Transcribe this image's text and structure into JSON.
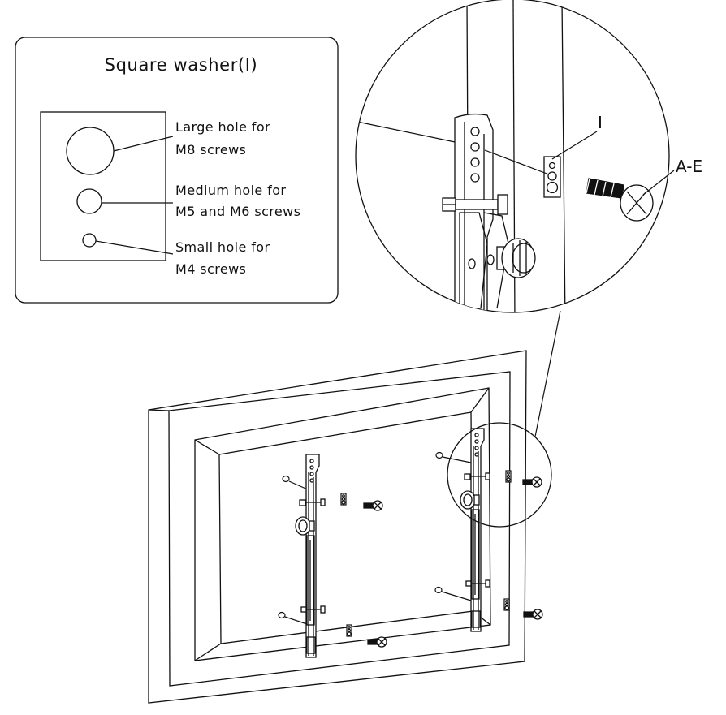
{
  "washer_panel": {
    "title": "Square washer(I)",
    "large_hole": {
      "line1": "Large hole for",
      "line2": "M8 screws"
    },
    "medium_hole": {
      "line1": "Medium hole for",
      "line2": "M5 and M6 screws"
    },
    "small_hole": {
      "line1": "Small hole for",
      "line2": "M4 screws"
    }
  },
  "detail_callouts": {
    "washer_label": "I",
    "screw_label": "A-E"
  },
  "colors": {
    "line": "#111111",
    "background": "#ffffff"
  }
}
